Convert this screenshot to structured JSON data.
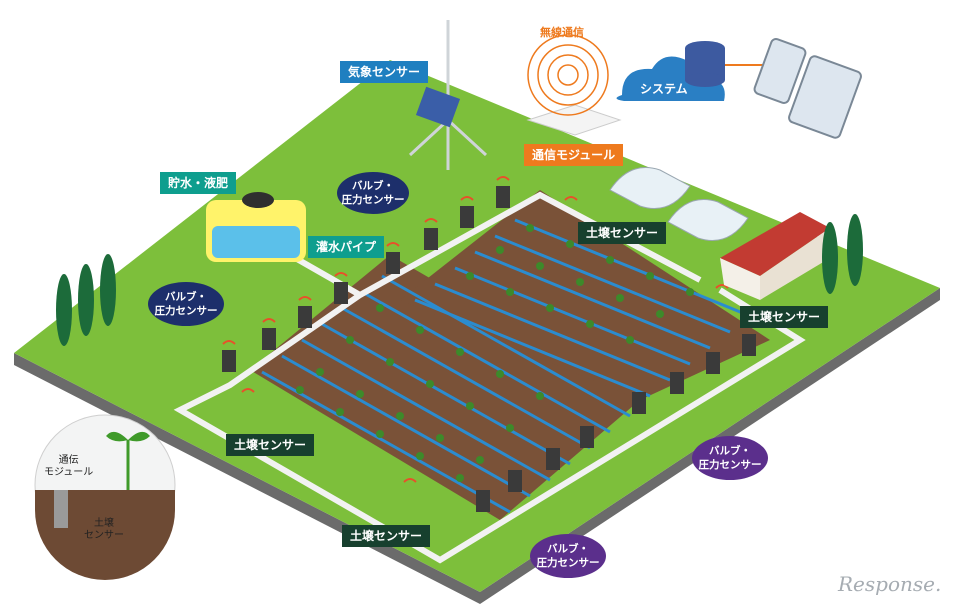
{
  "labels": {
    "weather_sensor": "気象センサー",
    "wireless": "無線通信",
    "system": "システム",
    "comm_module": "通信モジュール",
    "storage": "貯水・液肥",
    "irrigation_pipe": "灌水パイプ",
    "soil_sensor": "土壌センサー",
    "valve_line1": "バルブ・",
    "valve_line2": "圧力センサー",
    "inset_module_line1": "通伝",
    "inset_module_line2": "モジュール",
    "inset_sensor_line1": "土壌",
    "inset_sensor_line2": "センサー",
    "watermark": "Response."
  },
  "colors": {
    "grass": "#7dbf3b",
    "soil": "#7a5238",
    "pipe": "#f2f2f2",
    "drip_line": "#2b8ccf",
    "label_dark": "#17402e",
    "label_blue": "#1f7fc0",
    "label_orange": "#ee7a1e",
    "label_teal": "#0e9e8e",
    "oval_navy": "#1d2f6b",
    "oval_purple": "#5b2f8c"
  }
}
